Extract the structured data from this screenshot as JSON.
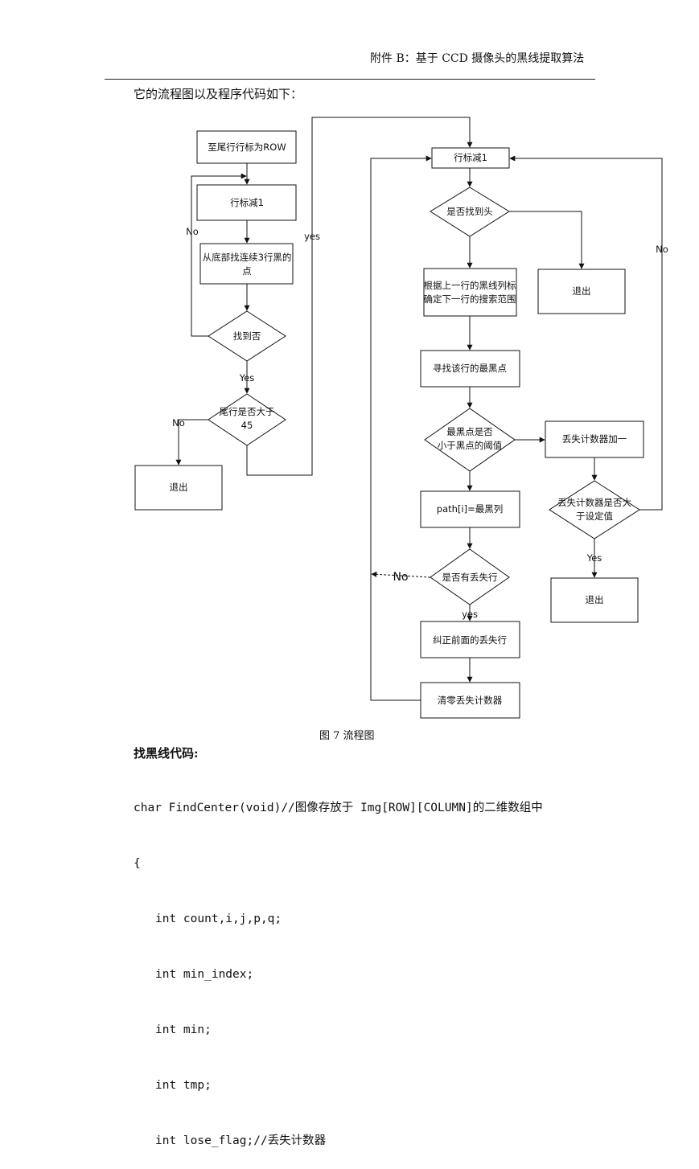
{
  "header": "附件 B：基于 CCD 摄像头的黑线提取算法",
  "intro": "它的流程图以及程序代码如下：",
  "flow": {
    "left": {
      "start": "至尾行行标为ROW",
      "decrement": "行标减1",
      "search_line1": "从底部找连续3行黑的",
      "search_line2": "点",
      "found": "找到否",
      "tail_line1": "尾行是否大于",
      "tail_line2": "45",
      "exit": "退出",
      "label_no1": "No",
      "label_yes1": "Yes",
      "label_no2": "No",
      "label_yes2": "yes"
    },
    "right": {
      "decrement": "行标减1",
      "found_head": "是否找到头",
      "exit1": "退出",
      "range_line1": "根据上一行的黑线列标",
      "range_line2": "确定下一行的搜索范围",
      "find_black": "寻找该行的最黑点",
      "compare_line1": "最黑点是否",
      "compare_line2": "小于黑点的阈值",
      "lose_inc": "丢失计数器加一",
      "lose_cmp_line1": "丢失计数器是否大",
      "lose_cmp_line2": "于设定值",
      "exit2": "退出",
      "path_assign": "path[i]=最黑列",
      "lost_row": "是否有丢失行",
      "correct": "纠正前面的丢失行",
      "clear": "清零丢失计数器",
      "label_no_right": "No",
      "label_yes_right": "Yes",
      "label_no_left": "No",
      "label_yes_bottom": "yes"
    }
  },
  "caption": "图 7  流程图",
  "code_title": "找黑线代码:",
  "code_lines": [
    "char FindCenter(void)//图像存放于 Img[ROW][COLUMN]的二维数组中",
    "{",
    "int count,i,j,p,q;",
    "int min_index;",
    "int min;",
    "int tmp;",
    "int lose_flag;//丢失计数器"
  ]
}
